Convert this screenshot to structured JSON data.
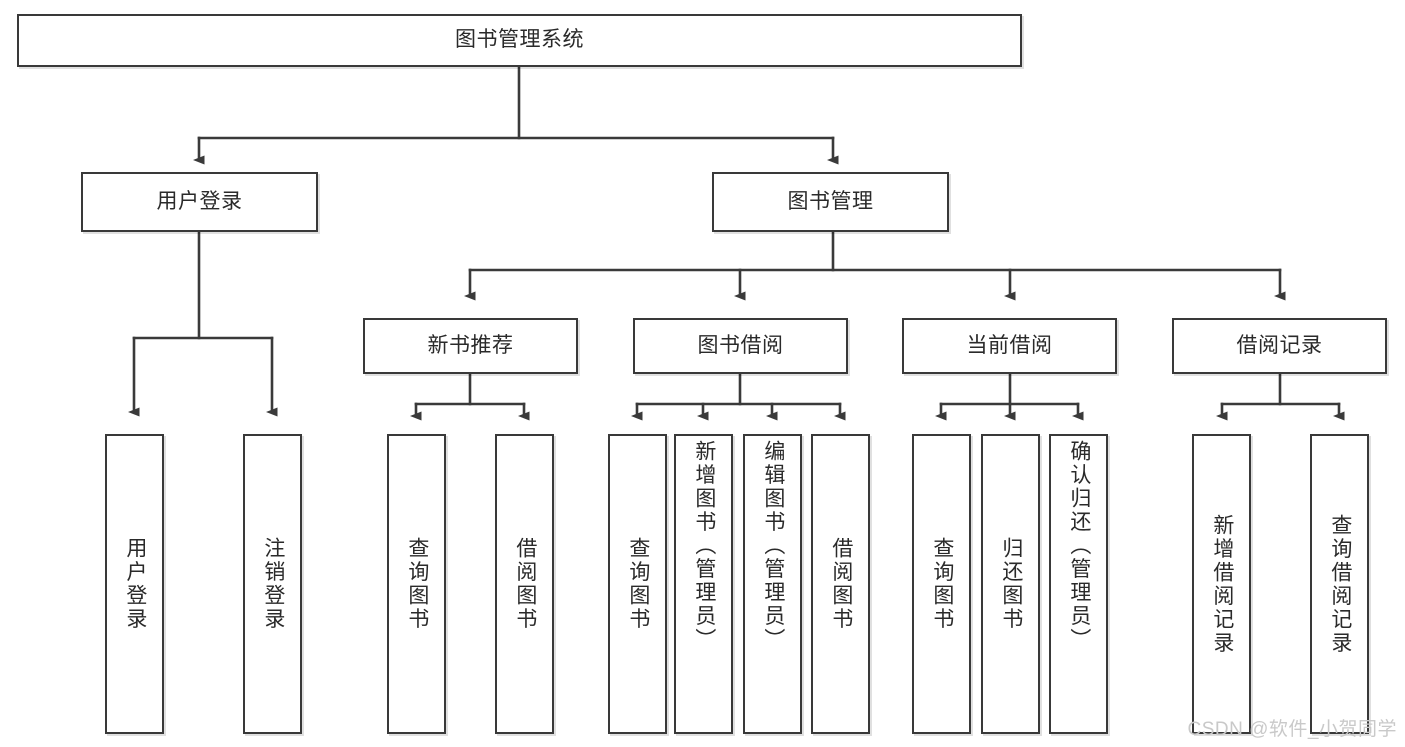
{
  "diagram": {
    "title": "图书管理系统",
    "type": "tree-hierarchy-diagram",
    "watermark": "CSDN @软件_小贺同学",
    "colors": {
      "box_border": "#393939",
      "box_fill": "#ffffff",
      "line": "#3a3a3a",
      "text": "#2a2a2a",
      "watermark": "#c9c9c9"
    },
    "nodes": {
      "root": {
        "label": "图书管理系统"
      },
      "level2": [
        {
          "label": "用户登录"
        },
        {
          "label": "图书管理"
        }
      ],
      "level3": [
        {
          "label": "新书推荐"
        },
        {
          "label": "图书借阅"
        },
        {
          "label": "当前借阅"
        },
        {
          "label": "借阅记录"
        }
      ],
      "leaves": {
        "user_login": [
          {
            "label": "用户登录"
          },
          {
            "label": "注销登录"
          }
        ],
        "new_book_recommend": [
          {
            "label": "查询图书"
          },
          {
            "label": "借阅图书"
          }
        ],
        "book_borrow": [
          {
            "label": "查询图书"
          },
          {
            "label": "新增图书（管理员）"
          },
          {
            "label": "编辑图书（管理员）"
          },
          {
            "label": "借阅图书"
          }
        ],
        "current_borrow": [
          {
            "label": "查询图书"
          },
          {
            "label": "归还图书"
          },
          {
            "label": "确认归还（管理员）"
          }
        ],
        "borrow_record": [
          {
            "label": "新增借阅记录"
          },
          {
            "label": "查询借阅记录"
          }
        ]
      }
    }
  }
}
